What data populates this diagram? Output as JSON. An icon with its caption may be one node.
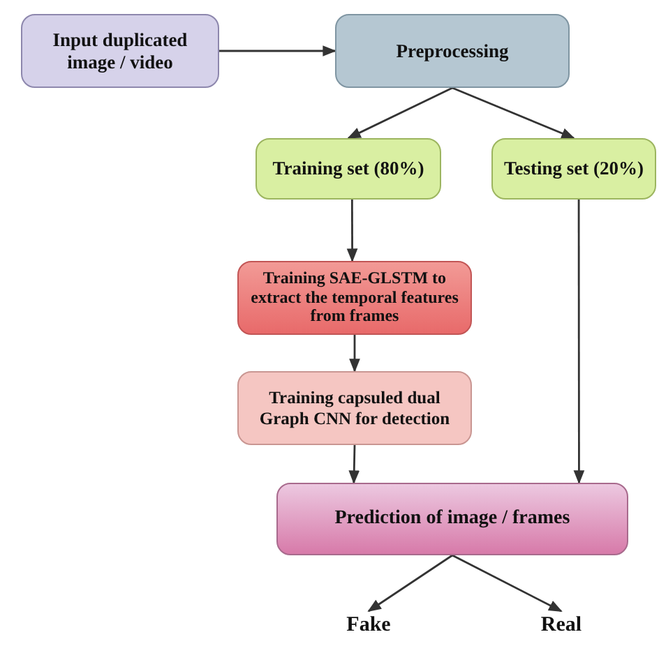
{
  "diagram": {
    "nodes": [
      {
        "text": [
          "Input duplicated image / video"
        ]
      },
      {
        "text": [
          "Preprocessing"
        ]
      },
      {
        "text": [
          "Training set (80%)"
        ]
      },
      {
        "text": [
          "Testing set (20%)"
        ]
      },
      {
        "text": [
          "Training SAE-GLSTM to extract the temporal features from frames"
        ]
      },
      {
        "text": [
          "Training capsuled dual Graph CNN for detection"
        ]
      },
      {
        "text": [
          "Prediction of image / frames"
        ]
      },
      {
        "text": [
          "Fake"
        ]
      },
      {
        "text": [
          "Real"
        ]
      }
    ],
    "edges": [
      {
        "from": 0,
        "to": 1,
        "arrow": "to"
      },
      {
        "from": 1,
        "to": 2,
        "arrow": "to"
      },
      {
        "from": 1,
        "to": 3,
        "arrow": "to"
      },
      {
        "from": 2,
        "to": 4,
        "arrow": "to"
      },
      {
        "from": 4,
        "to": 5,
        "arrow": "to"
      },
      {
        "from": 5,
        "to": 6,
        "arrow": "to"
      },
      {
        "from": 3,
        "to": 6,
        "arrow": "to"
      },
      {
        "from": 6,
        "to": 7,
        "arrow": "to"
      },
      {
        "from": 6,
        "to": 8,
        "arrow": "to"
      }
    ]
  }
}
